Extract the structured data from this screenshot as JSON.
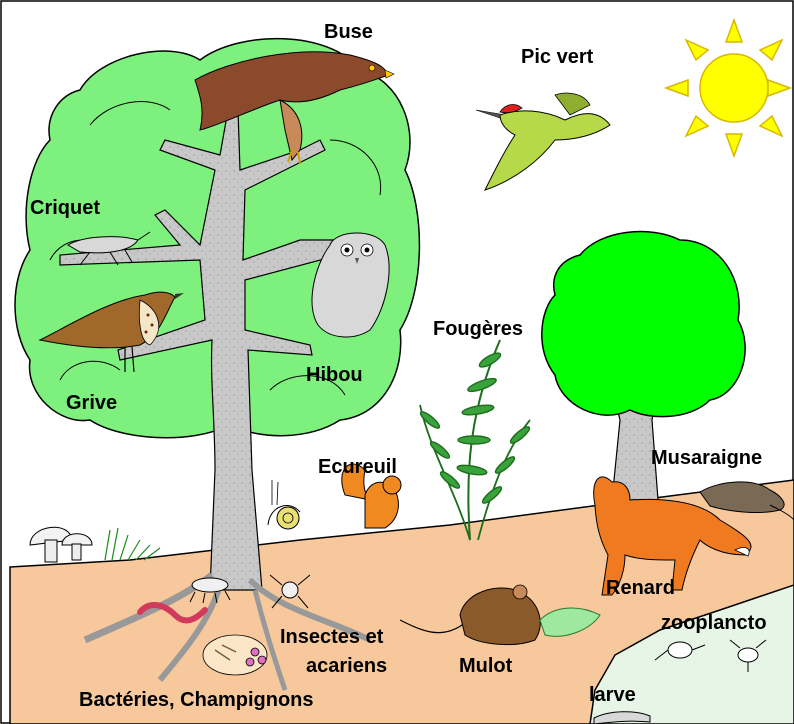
{
  "labels": {
    "buse": "Buse",
    "pic_vert": "Pic vert",
    "criquet": "Criquet",
    "grive": "Grive",
    "hibou": "Hibou",
    "fougeres": "Fougères",
    "ecureuil": "Ecureuil",
    "musaraigne": "Musaraigne",
    "renard": "Renard",
    "zooplancton": "zooplancto",
    "insectes_1": "Insectes et",
    "insectes_2": "acariens",
    "mulot": "Mulot",
    "larve": "larve",
    "bacteries": "Bactéries, Champignons"
  },
  "colors": {
    "foliage": "#7ef07e",
    "trunk": "#c8c8c8",
    "ground": "#f7c89b",
    "sun": "#ffff00",
    "sun_outline": "#d8b800",
    "water": "#e6f5e6",
    "fox": "#f07a20",
    "squirrel": "#f08a20",
    "fern": "#3aa23a"
  }
}
